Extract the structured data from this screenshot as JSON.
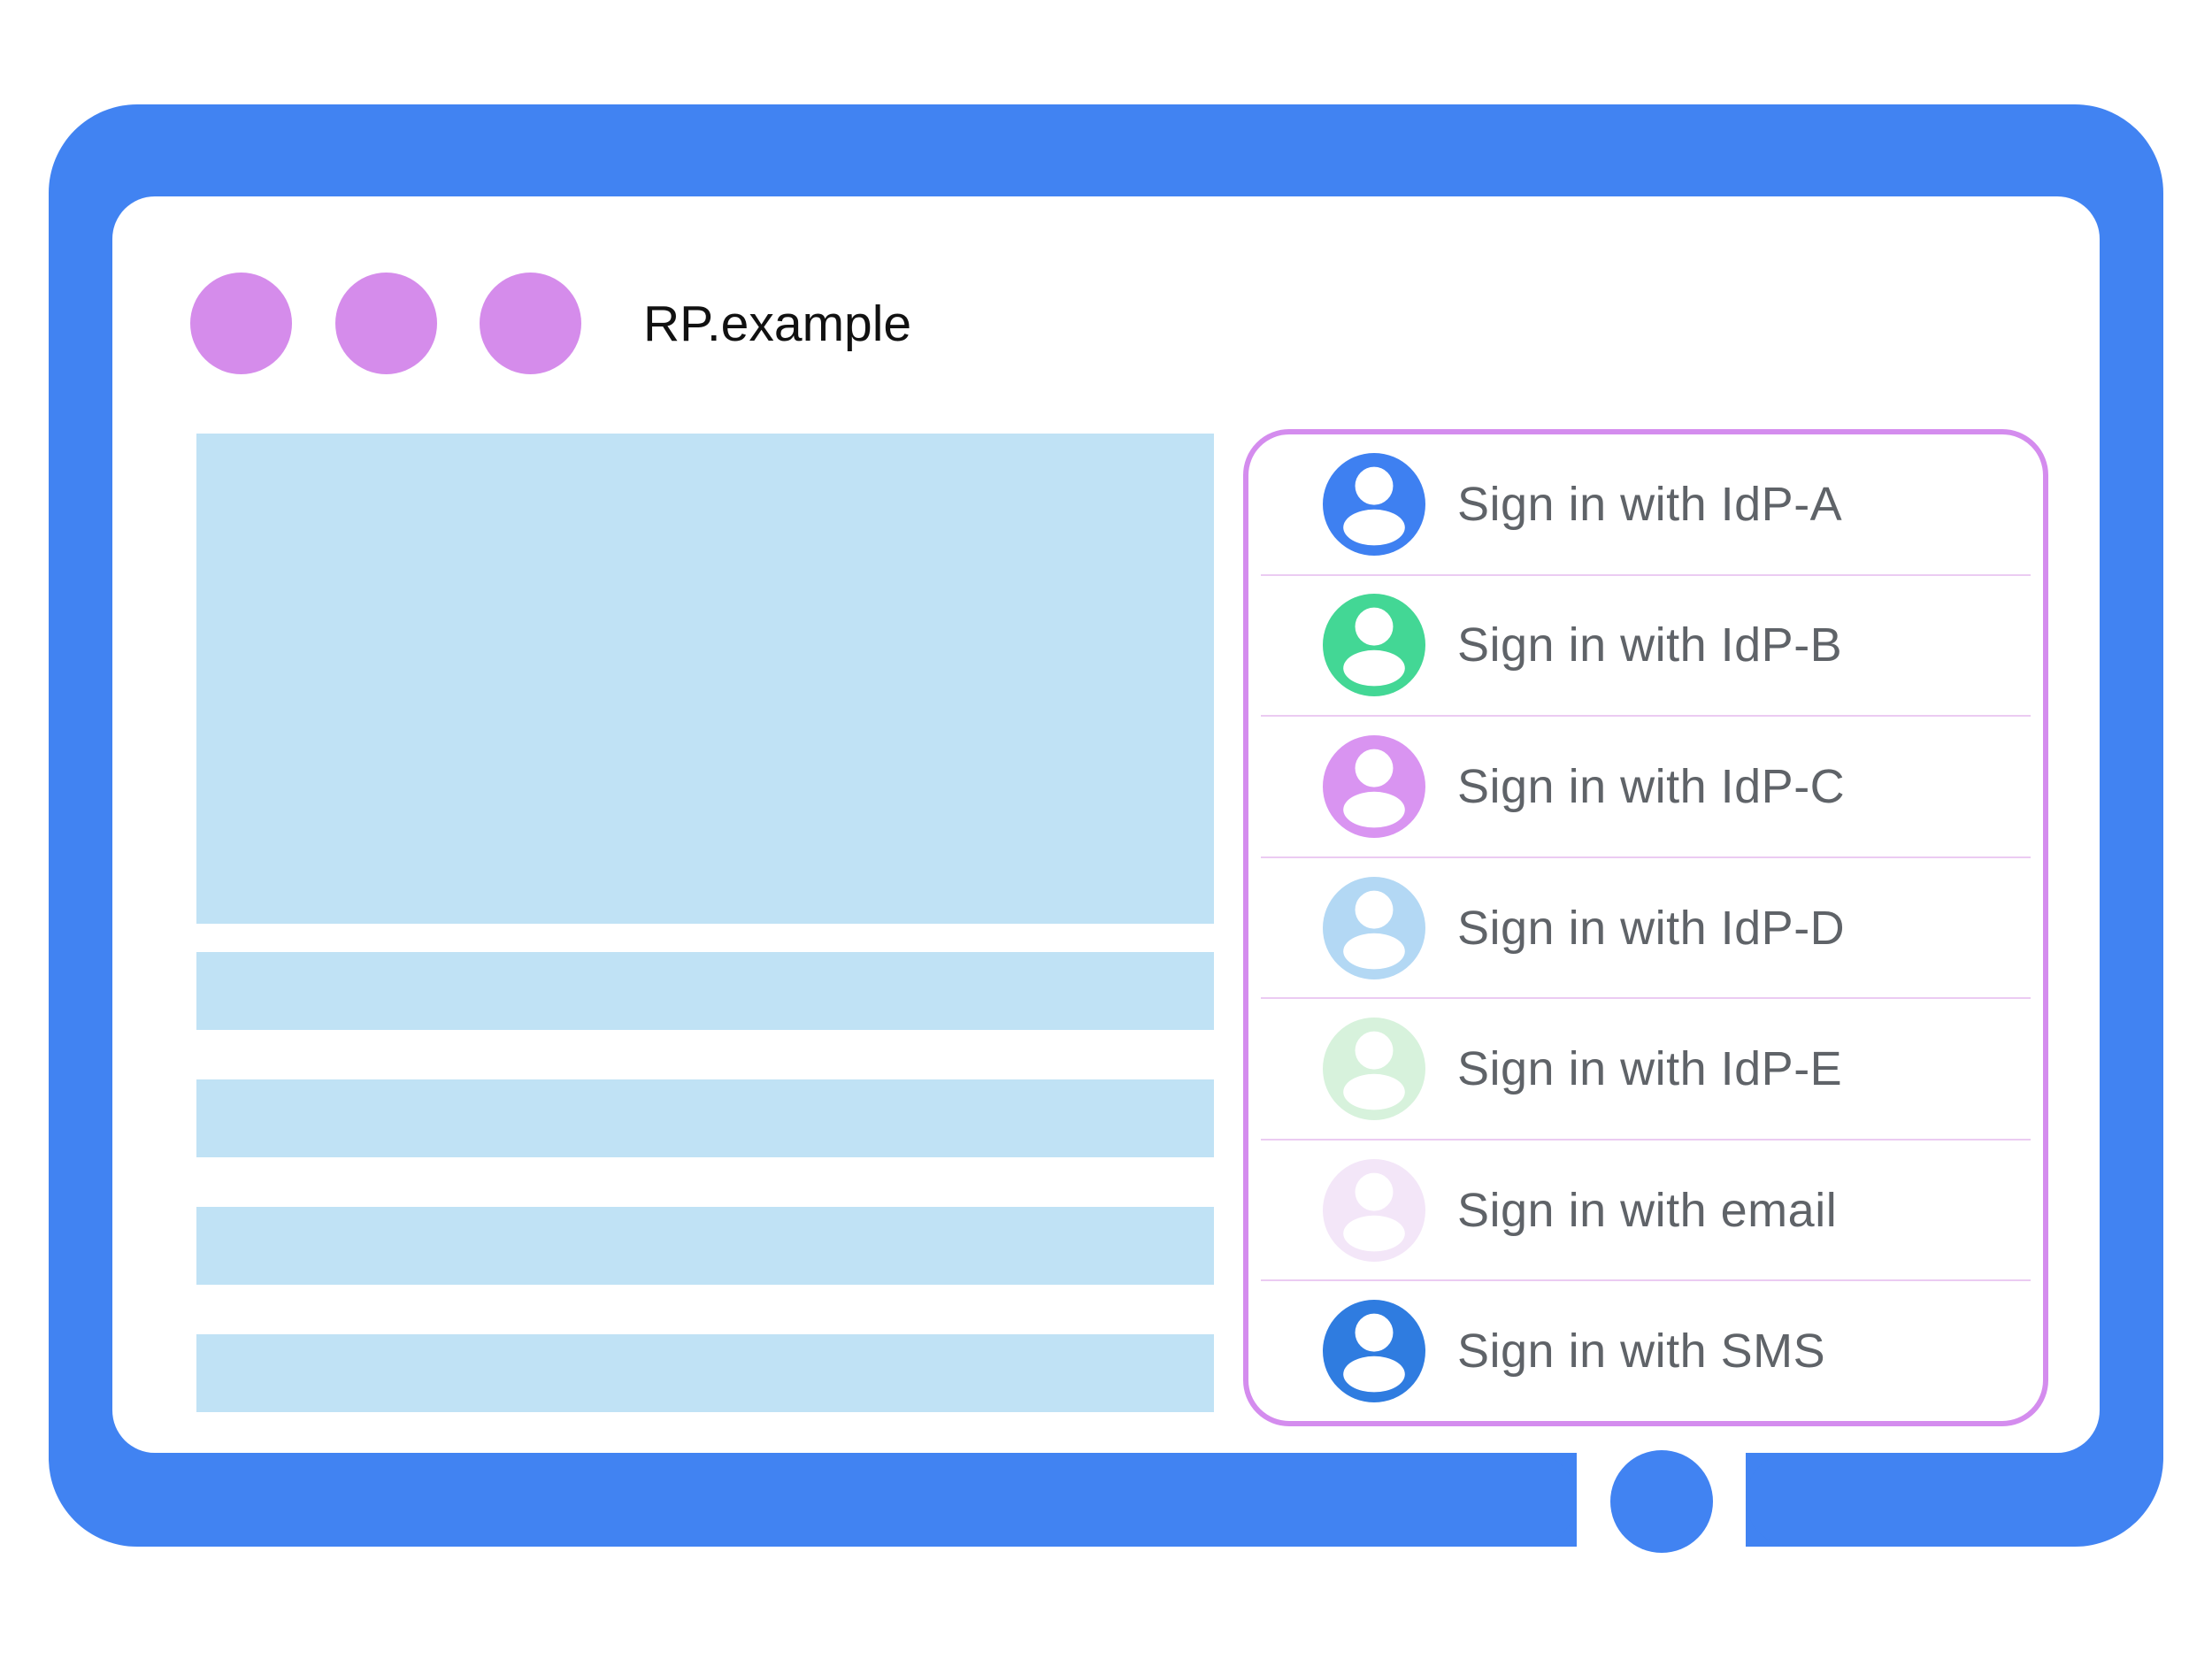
{
  "window": {
    "title": "RP.example"
  },
  "sign_in": {
    "options": [
      {
        "label": "Sign in with IdP-A",
        "avatar_color": "#3E80F1"
      },
      {
        "label": "Sign in with IdP-B",
        "avatar_color": "#43D795"
      },
      {
        "label": "Sign in with IdP-C",
        "avatar_color": "#D994F1"
      },
      {
        "label": "Sign in with IdP-D",
        "avatar_color": "#B3D8F4"
      },
      {
        "label": "Sign in with IdP-E",
        "avatar_color": "#D7F2DC"
      },
      {
        "label": "Sign in with email",
        "avatar_color": "#F3E6F8"
      },
      {
        "label": "Sign in with SMS",
        "avatar_color": "#2F7CE0"
      }
    ]
  },
  "colors": {
    "frame": "#4183F2",
    "window_dot": "#D58CEB",
    "panel_border": "#D48CEE",
    "panel_divider": "#EBCBF2",
    "placeholder": "#C0E2F5",
    "label_text": "#5F6368",
    "title_text": "#111111",
    "avatar_glyph": "#FFFFFF"
  }
}
